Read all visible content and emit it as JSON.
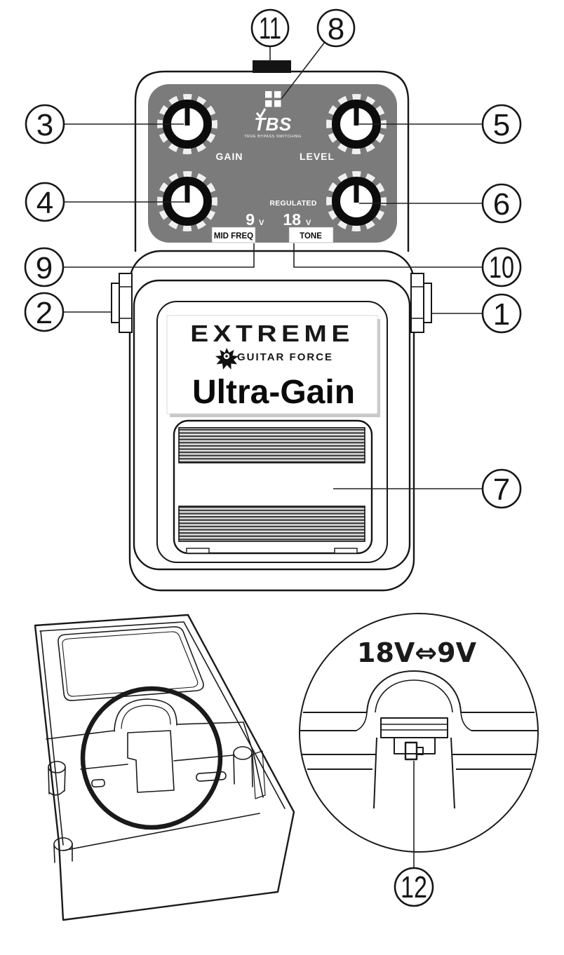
{
  "callout_numbers": [
    "1",
    "2",
    "3",
    "4",
    "5",
    "6",
    "7",
    "8",
    "9",
    "10",
    "11",
    "12"
  ],
  "pedal_front": {
    "controls": {
      "gain_label": "GAIN",
      "level_label": "LEVEL",
      "mid_freq_label": "MID FREQ",
      "tone_label": "TONE"
    },
    "power_markings": {
      "regulated_label": "REGULATED",
      "voltage_9": "9",
      "voltage_18": "18",
      "volt_unit": "V"
    },
    "tbs_logo": {
      "text": "TBS",
      "caption": "TRUE BYPASS SWITCHING"
    },
    "nameplate": {
      "brand": "EXTREME",
      "series": "GUITAR FORCE",
      "model": "Ultra-Gain"
    }
  },
  "bottom_detail": {
    "voltage_switch_label": "18V⇔9V"
  },
  "colors": {
    "panel_gray": "#7b7b7b",
    "line_black": "#1a1a1a",
    "knob_teeth": "#efefef"
  }
}
